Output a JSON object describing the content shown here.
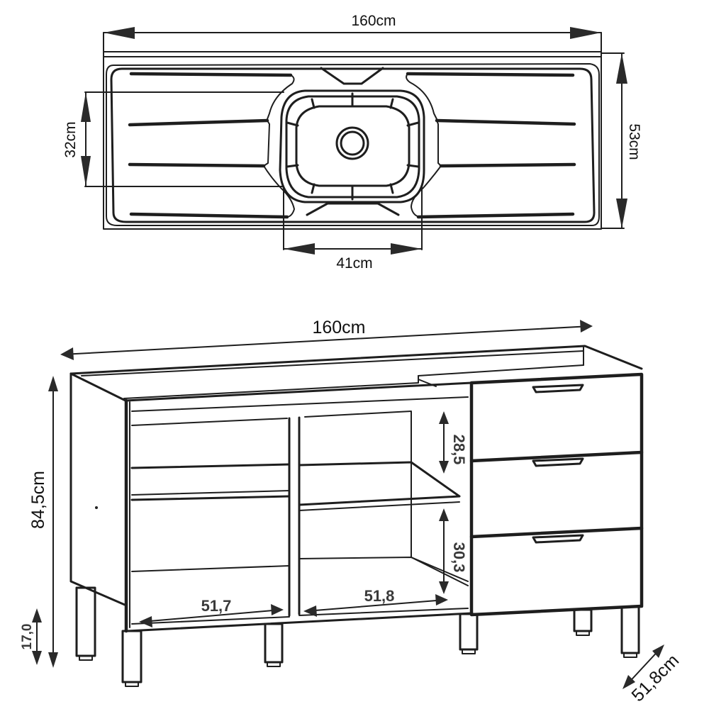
{
  "sink_top_view": {
    "width_label": "160cm",
    "depth_label": "53cm",
    "basin_depth_label": "32cm",
    "basin_width_label": "41cm"
  },
  "cabinet_front_view": {
    "width_label": "160cm",
    "height_label": "84,5cm",
    "leg_height_label": "17,0",
    "depth_label": "51,8cm",
    "shelf_upper_height_label": "28,5",
    "shelf_lower_height_label": "30,3",
    "left_compartment_width_label": "51,7",
    "right_compartment_width_label": "51,8",
    "drawer_count": 3
  },
  "colors": {
    "line": "#1e1e1e",
    "background": "#ffffff",
    "bold_label": "#3a3a3a"
  }
}
